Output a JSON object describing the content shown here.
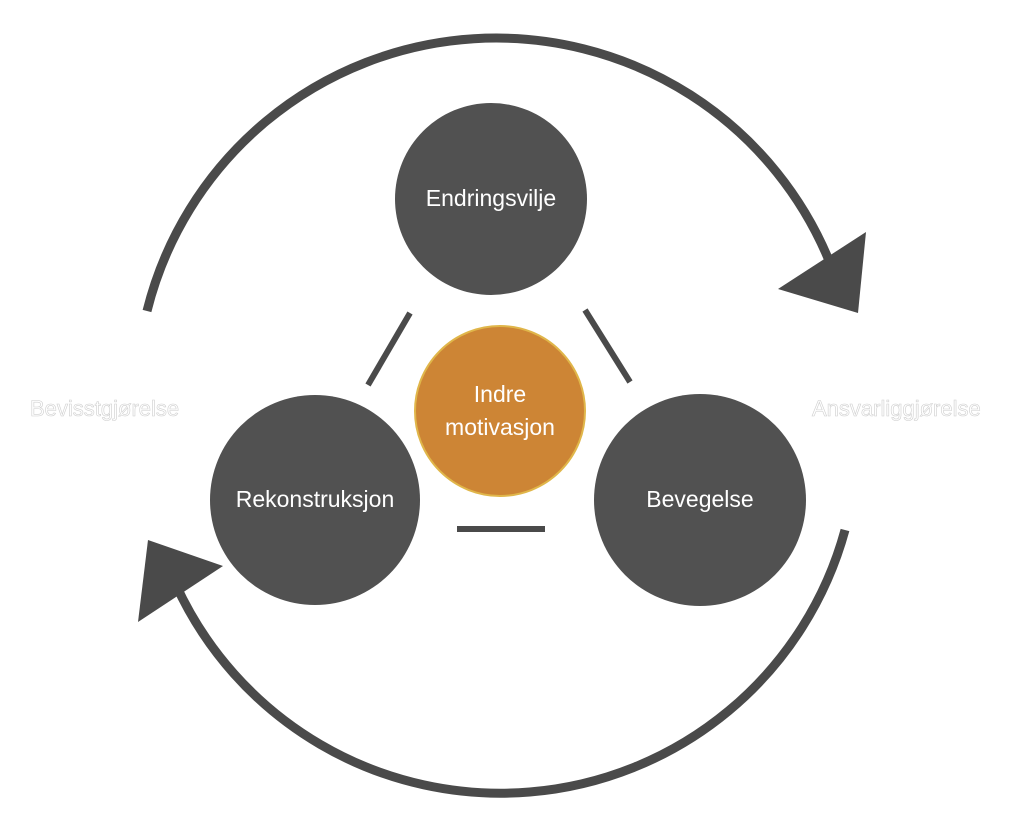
{
  "nodes": {
    "top": "Endringsvilje",
    "left": "Rekonstruksjon",
    "right": "Bevegelse",
    "center_line1": "Indre",
    "center_line2": "motivasjon"
  },
  "side_labels": {
    "left": "Bevisstgjørelse",
    "right": "Ansvarliggjørelse"
  },
  "colors": {
    "node": "#515151",
    "center": "#CD8535",
    "arrow": "#4a4a4a"
  }
}
